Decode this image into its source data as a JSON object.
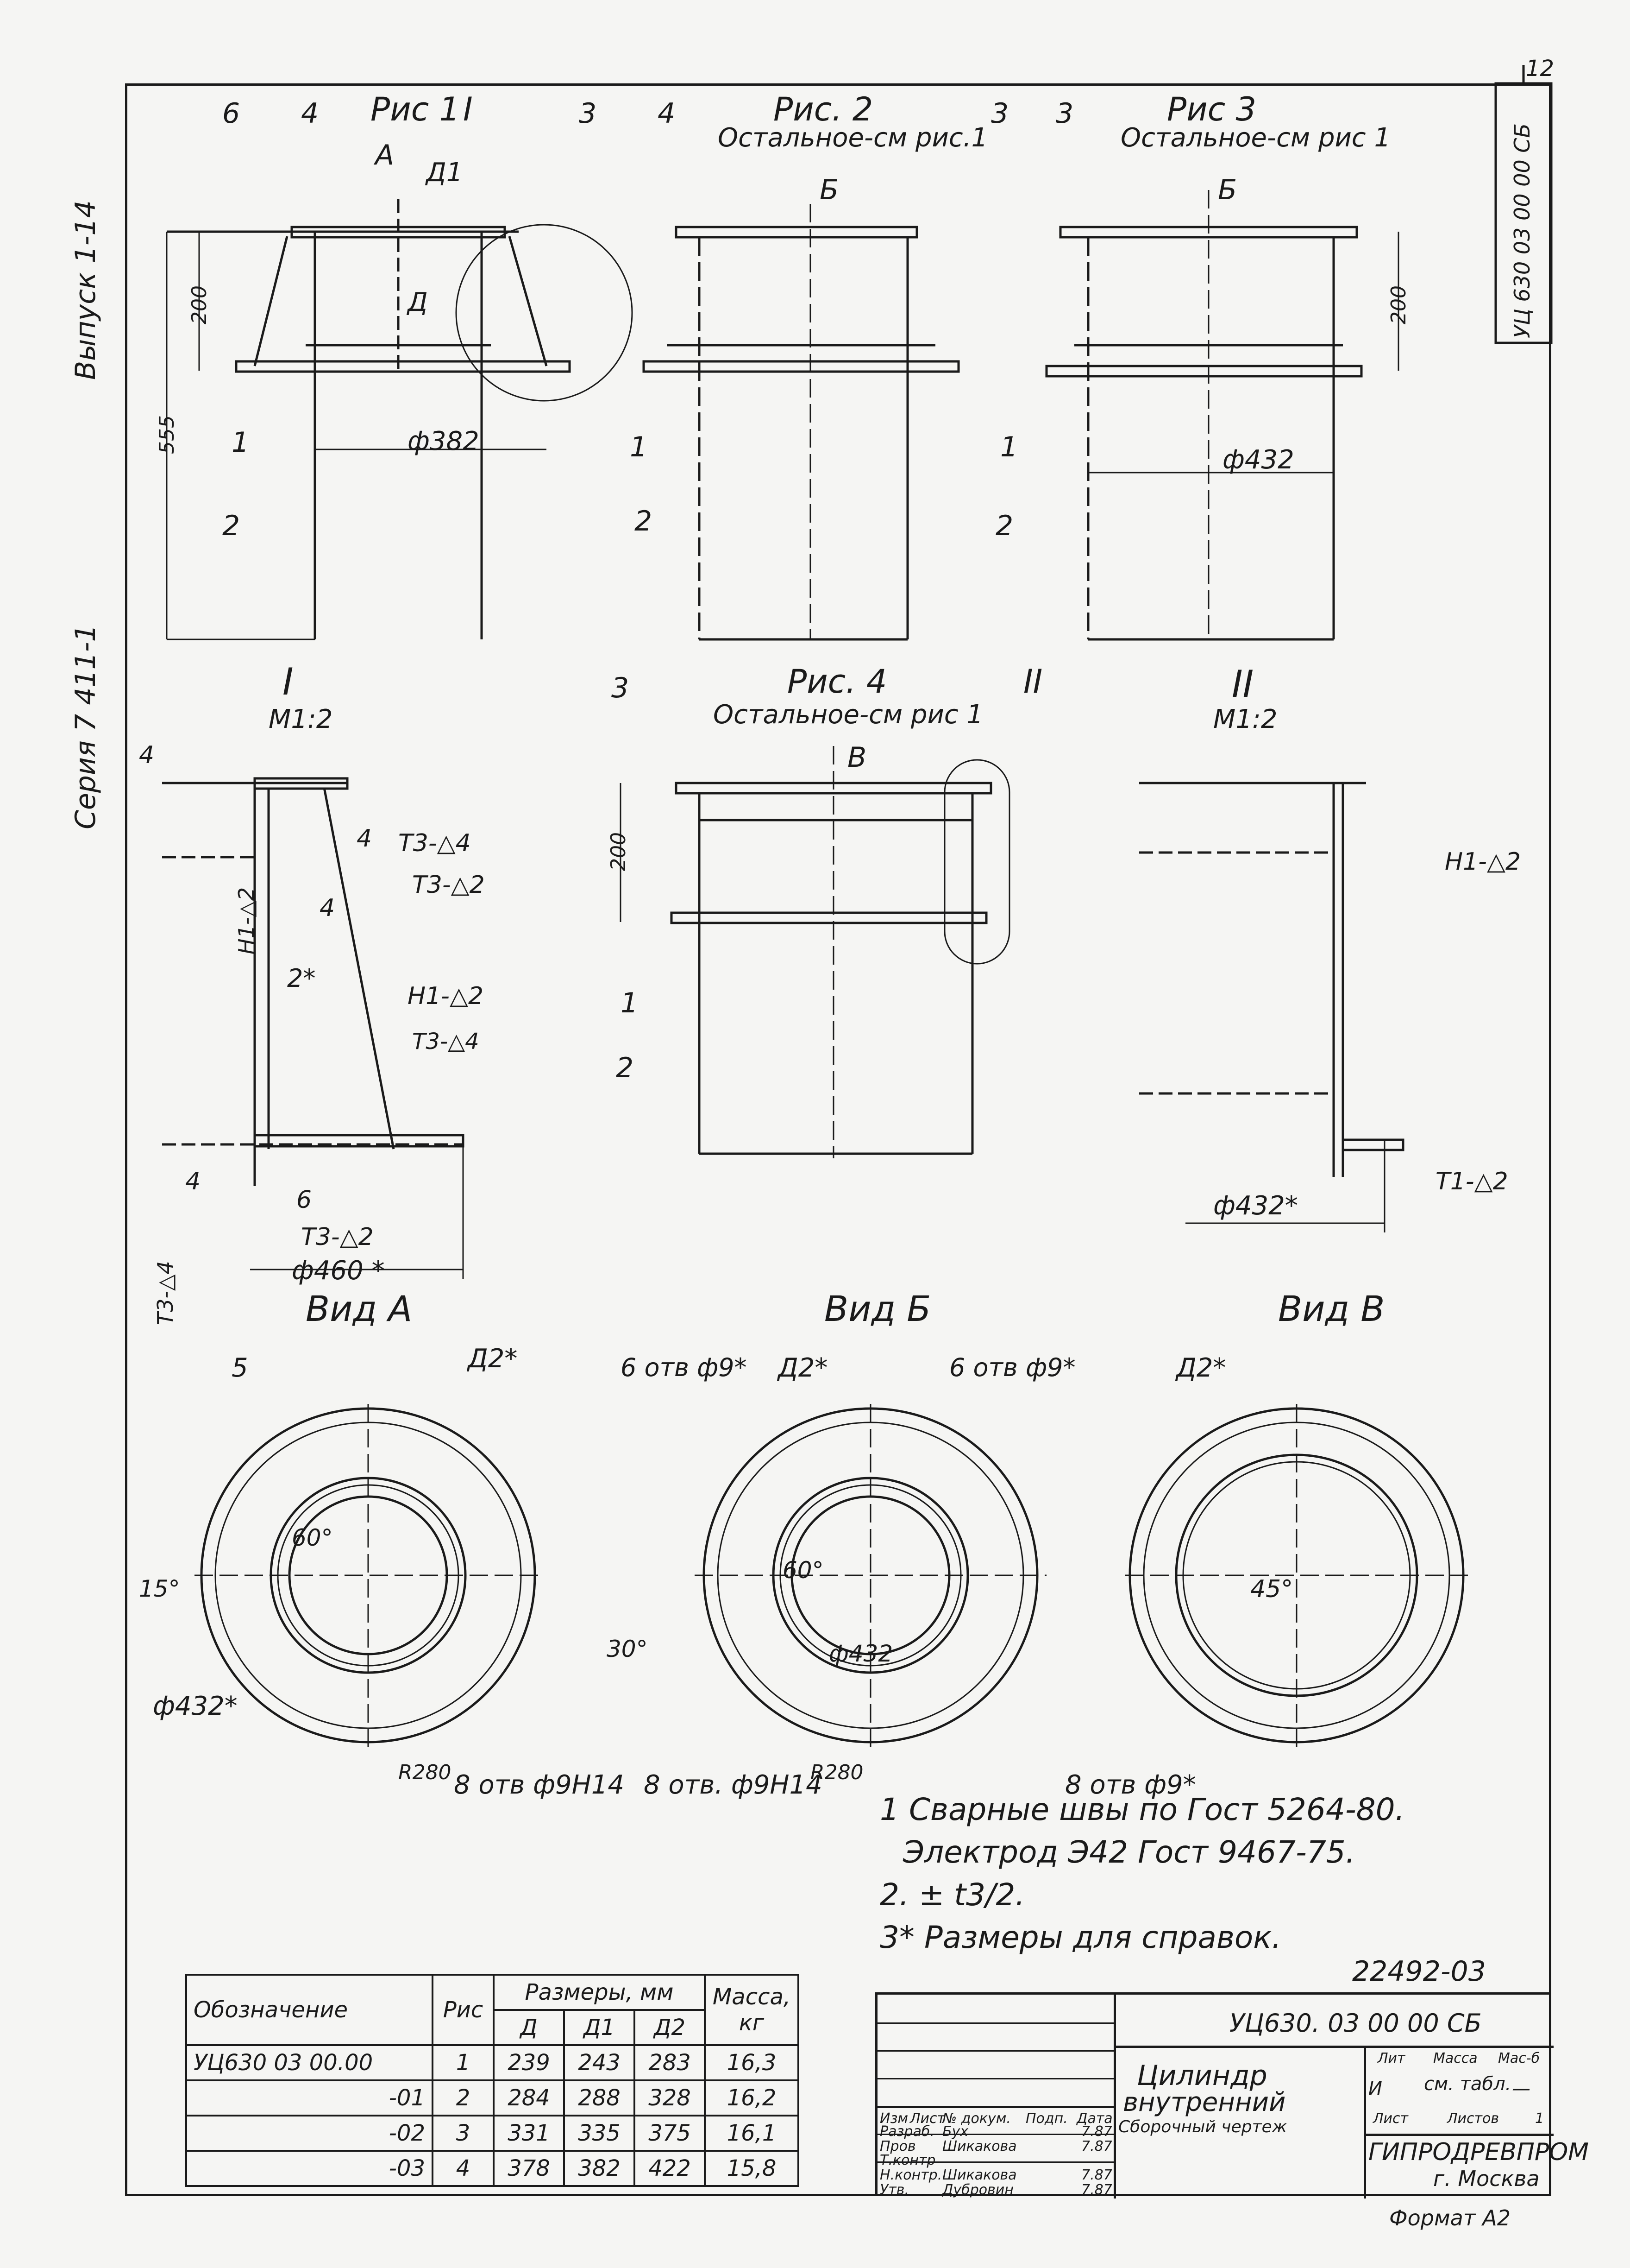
{
  "sheet": {
    "page_number": "12",
    "series": "Серия 7 411-1",
    "issue": "Выпуск 1-14",
    "side_code": "УЦ 630 03 00 00 СБ",
    "doc_number": "22492-03",
    "format": "Формат А2"
  },
  "figures": {
    "fig1": {
      "title": "Рис 1",
      "labels": [
        "6",
        "4",
        "I",
        "3",
        "А",
        "Д1",
        "Д",
        "200",
        "555",
        "1",
        "2",
        "ф382"
      ]
    },
    "fig2": {
      "title": "Рис. 2",
      "subtitle": "Остальное-см рис.1",
      "view": "Б",
      "labels": [
        "4",
        "3",
        "1",
        "2"
      ]
    },
    "fig3": {
      "title": "Рис 3",
      "subtitle": "Остальное-см рис 1",
      "view": "Б",
      "labels": [
        "3",
        "200",
        "1",
        "ф432",
        "2"
      ]
    },
    "fig4": {
      "title": "Рис. 4",
      "subtitle": "Остальное-см рис 1",
      "view": "В",
      "labels": [
        "3",
        "II",
        "200",
        "1",
        "2"
      ]
    },
    "detail1": {
      "title": "I",
      "scale": "М1:2",
      "labels": [
        "4",
        "4",
        "Т3-△4",
        "Т3-△2",
        "4",
        "Н1-△2",
        "2*",
        "Н1-△2",
        "Т3-△4",
        "4",
        "6",
        "Т3-△2",
        "ф460 *",
        "Т3-△4"
      ]
    },
    "detail2": {
      "title": "II",
      "scale": "М1:2",
      "labels": [
        "Н1-△2",
        "Т1-△2",
        "ф432*"
      ]
    }
  },
  "views": {
    "vidA": {
      "title": "Вид А",
      "labels": [
        "5",
        "Д2*",
        "6 отв ф9*",
        "60°",
        "15°",
        "ф432*",
        "R280",
        "8 отв ф9Н14"
      ]
    },
    "vidB": {
      "title": "Вид Б",
      "labels": [
        "Д2*",
        "6 отв ф9*",
        "60°",
        "ф432",
        "30°",
        "8 отв. ф9Н14",
        "R280"
      ]
    },
    "vidV": {
      "title": "Вид В",
      "labels": [
        "Д2*",
        "45°",
        "8 отв ф9*"
      ]
    }
  },
  "notes": [
    "1 Сварные швы по Гост 5264-80.",
    "Электрод Э42 Гост 9467-75.",
    "2. ± t3/2.",
    "3* Размеры для справок."
  ],
  "spec_table": {
    "headers": {
      "designation": "Обозначение",
      "fig": "Рис",
      "sizes": "Размеры, мм",
      "d": "Д",
      "d1": "Д1",
      "d2": "Д2",
      "mass": "Масса, кг"
    },
    "rows": [
      {
        "designation": "УЦ630 03 00.00",
        "fig": "1",
        "d": "239",
        "d1": "243",
        "d2": "283",
        "mass": "16,3"
      },
      {
        "designation": "-01",
        "fig": "2",
        "d": "284",
        "d1": "288",
        "d2": "328",
        "mass": "16,2"
      },
      {
        "designation": "-02",
        "fig": "3",
        "d": "331",
        "d1": "335",
        "d2": "375",
        "mass": "16,1"
      },
      {
        "designation": "-03",
        "fig": "4",
        "d": "378",
        "d1": "382",
        "d2": "422",
        "mass": "15,8"
      }
    ]
  },
  "stamp": {
    "code": "УЦ630. 03 00 00 СБ",
    "title1": "Цилиндр",
    "title2": "внутренний",
    "title3": "Сборочный чертеж",
    "org1": "ГИПРОДРЕВПРОМ",
    "org2": "г. Москва",
    "cols": {
      "izm": "Изм",
      "list": "Лист",
      "doc": "№ докум.",
      "sign": "Подп.",
      "date": "Дата"
    },
    "rows": [
      {
        "role": "Разраб.",
        "name": "Бух",
        "date": "7.87"
      },
      {
        "role": "Пров",
        "name": "Шикакова",
        "date": "7.87"
      },
      {
        "role": "Т.контр",
        "name": "",
        "date": ""
      },
      {
        "role": "Н.контр.",
        "name": "Шикакова",
        "date": "7.87"
      },
      {
        "role": "Утв.",
        "name": "Дубровин",
        "date": "7.87"
      }
    ],
    "lit_label": "Лит",
    "mass_label": "Масса",
    "scale_label": "Мас-б",
    "lit": "И",
    "mass": "см. табл.",
    "scale": "—",
    "sheet_label": "Лист",
    "sheets_label": "Листов",
    "sheets": "1"
  }
}
